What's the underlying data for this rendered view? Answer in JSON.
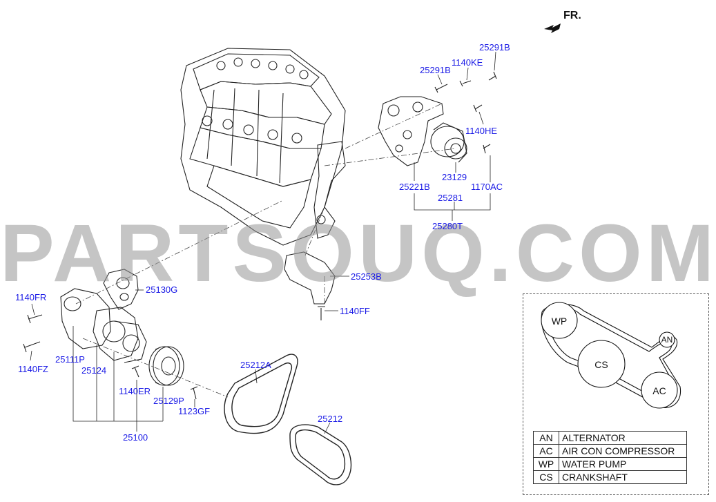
{
  "direction_label": "FR.",
  "watermark": "PARTSOUQ.COM",
  "part_labels": {
    "p25291B_top": "25291B",
    "p25291B": "25291B",
    "p1140KE": "1140KE",
    "p1140HE": "1140HE",
    "p23129": "23129",
    "p25221B": "25221B",
    "p1170AC": "1170AC",
    "p25281": "25281",
    "p25280T": "25280T",
    "p25253B": "25253B",
    "p1140FF": "1140FF",
    "p25130G": "25130G",
    "p1140FR": "1140FR",
    "p1140FZ": "1140FZ",
    "p25111P": "25111P",
    "p25124": "25124",
    "p1140ER": "1140ER",
    "p25129P": "25129P",
    "p1123GF": "1123GF",
    "p25100": "25100",
    "p25212A": "25212A",
    "p25212": "25212"
  },
  "belt_diagram": {
    "pulleys": [
      "WP",
      "CS",
      "AN",
      "AC"
    ]
  },
  "legend": [
    {
      "code": "AN",
      "desc": "ALTERNATOR"
    },
    {
      "code": "AC",
      "desc": "AIR CON COMPRESSOR"
    },
    {
      "code": "WP",
      "desc": "WATER PUMP"
    },
    {
      "code": "CS",
      "desc": "CRANKSHAFT"
    }
  ]
}
